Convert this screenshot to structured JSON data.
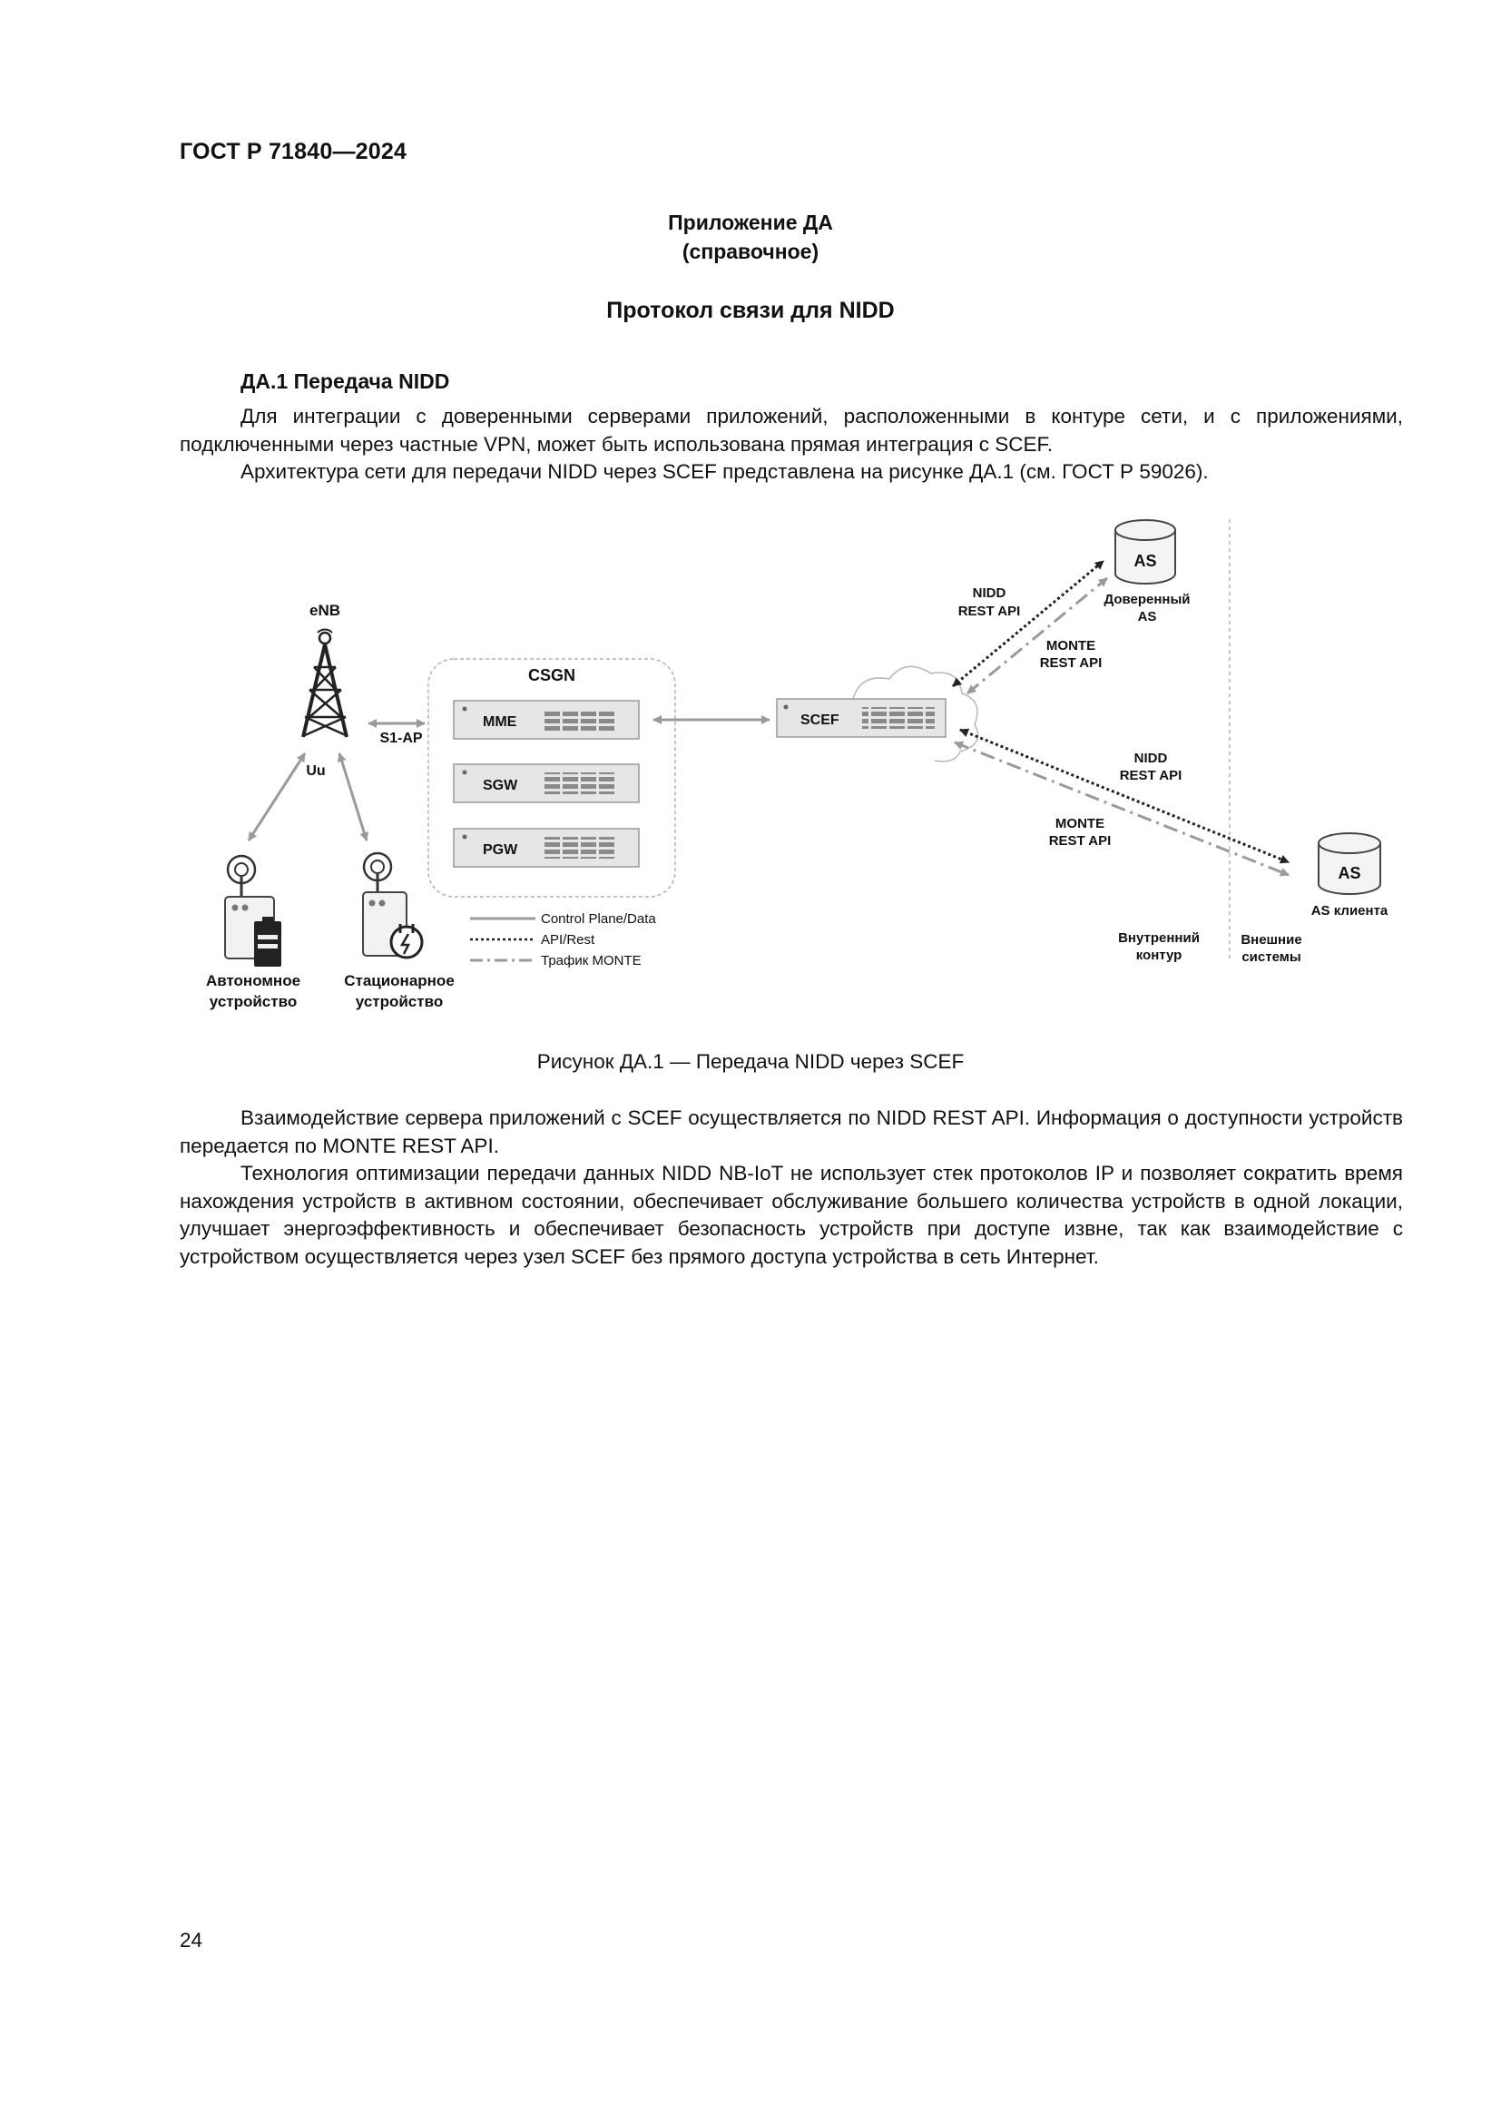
{
  "header": {
    "standard": "ГОСТ Р 71840—2024"
  },
  "appendix": {
    "title": "Приложение ДА",
    "subtitle": "(справочное)",
    "heading": "Протокол связи для NIDD"
  },
  "section": {
    "title": "ДА.1 Передача NIDD",
    "paragraphs": [
      "Для интеграции с доверенными серверами приложений, расположенными в контуре сети, и с приложениями, подключенными через частные VPN, может быть использована прямая интеграция с SCEF.",
      "Архитектура сети для передачи NIDD через SCEF представлена на рисунке ДА.1 (см. ГОСТ Р 59026)."
    ]
  },
  "figure": {
    "caption": "Рисунок ДА.1 — Передача NIDD через SCEF",
    "labels": {
      "enb": "eNB",
      "uu": "Uu",
      "s1ap": "S1-AP",
      "csgn": "CSGN",
      "mme": "MME",
      "sgw": "SGW",
      "pgw": "PGW",
      "scef": "SCEF",
      "as_trusted": "AS",
      "as_trusted_caption_1": "Доверенный",
      "as_trusted_caption_2": "AS",
      "as_client": "AS",
      "as_client_caption": "AS клиента",
      "nidd_top_1": "NIDD",
      "nidd_top_2": "REST API",
      "monte_top_1": "MONTE",
      "monte_top_2": "REST API",
      "nidd_bottom_1": "NIDD",
      "nidd_bottom_2": "REST API",
      "monte_bottom_1": "MONTE",
      "monte_bottom_2": "REST API",
      "autonomous_1": "Автономное",
      "autonomous_2": "устройство",
      "stationary_1": "Стационарное",
      "stationary_2": "устройство",
      "internal_1": "Внутренний",
      "internal_2": "контур",
      "external_1": "Внешние",
      "external_2": "системы"
    },
    "legend": [
      {
        "style": "solid",
        "label": "Control Plane/Data"
      },
      {
        "style": "dotted",
        "label": "API/Rest"
      },
      {
        "style": "dashdot",
        "label": "Трафик MONTE"
      }
    ]
  },
  "body": {
    "paragraphs": [
      "Взаимодействие сервера приложений с SCEF осуществляется по NIDD REST API. Информация о доступности устройств передается по MONTE REST API.",
      "Технология оптимизации передачи данных NIDD NB-IoT не использует стек протоколов IP и позволяет сократить время нахождения устройств в активном состоянии, обеспечивает обслуживание большего количества устройств в одной локации, улучшает энергоэффективность и обеспечивает безопасность устройств при доступе извне, так как взаимодействие с устройством осуществляется через узел SCEF без прямого доступа устройства в сеть Интернет."
    ]
  },
  "page": {
    "number": "24"
  },
  "colors": {
    "text": "#111111",
    "line_gray": "#9a9a9a",
    "box_fill": "#e6e6e6",
    "dark": "#222222"
  }
}
